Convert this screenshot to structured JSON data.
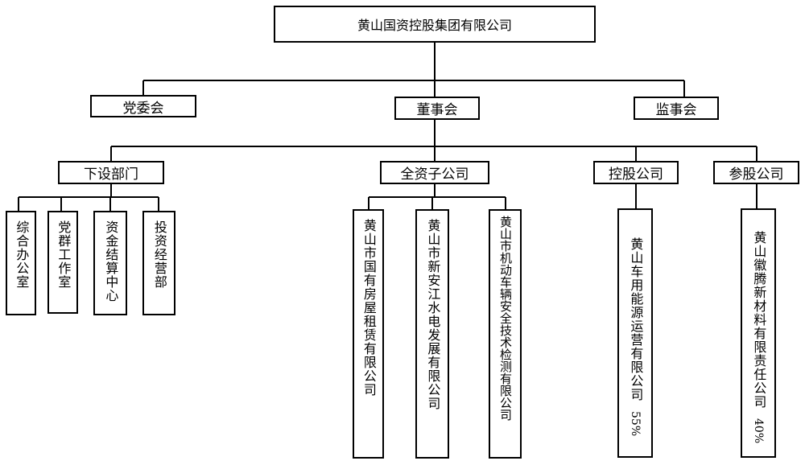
{
  "root": {
    "label": "黄山国资控股集团有限公司"
  },
  "governance": {
    "party": "党委会",
    "board": "董事会",
    "supervisors": "监事会"
  },
  "categories": {
    "departments": "下设部门",
    "wholly_owned": "全资子公司",
    "controlled": "控股公司",
    "shareholding": "参股公司"
  },
  "departments": [
    {
      "label": "综合办公室"
    },
    {
      "label": "党群工作室"
    },
    {
      "label": "资金结算中心"
    },
    {
      "label": "投资经营部"
    }
  ],
  "wholly_owned": [
    {
      "label": "黄山市国有房屋租赁有限公司"
    },
    {
      "label": "黄山市新安江水电发展有限公司"
    },
    {
      "label": "黄山市机动车辆安全技术检测有限公司"
    }
  ],
  "controlled": [
    {
      "label": "黄山车用能源运营有限公司",
      "share": "55%"
    }
  ],
  "shareholding": [
    {
      "label": "黄山徽腾新材料有限责任公司",
      "share": "40%"
    }
  ]
}
